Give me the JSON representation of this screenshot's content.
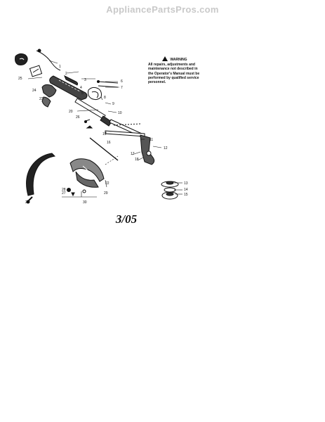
{
  "watermark": "AppliancePartsPros.com",
  "warning": {
    "heading": "WARNING",
    "text": "All repairs, adjustments and maintenance not described in the Operator's Manual must be performed by qualified service personnel."
  },
  "date_code": "3/05",
  "part_numbers": [
    "1",
    "2",
    "3",
    "4",
    "5",
    "6",
    "7",
    "8",
    "9",
    "10",
    "11",
    "12",
    "13",
    "14",
    "15",
    "16",
    "17",
    "18",
    "19",
    "20",
    "21",
    "22",
    "23",
    "24",
    "25",
    "26",
    "27",
    "28",
    "29",
    "30"
  ]
}
